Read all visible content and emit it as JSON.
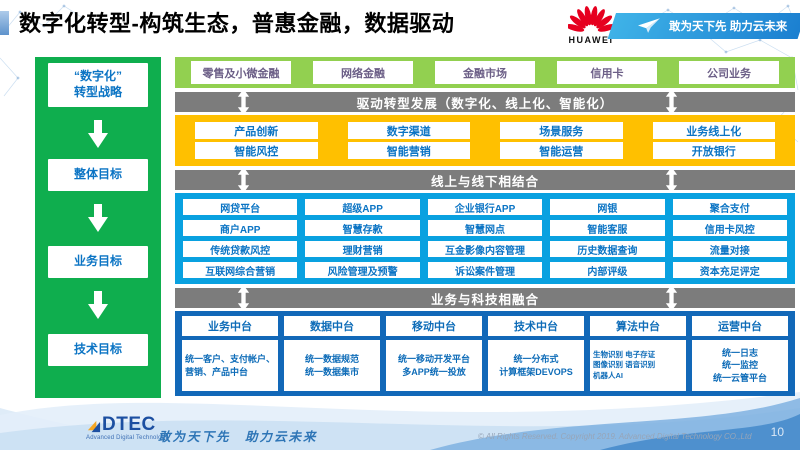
{
  "slide": {
    "title": "数字化转型-构筑生态，普惠金融，数据驱动",
    "page_number": "10"
  },
  "header": {
    "huawei_wordmark": "HUAWEI",
    "slogan": "敢为天下先 助力云未来"
  },
  "strategy": [
    "“数字化”\n转型战略",
    "整体目标",
    "业务目标",
    "技术目标"
  ],
  "business_lines": [
    "零售及小微金融",
    "网络金融",
    "金融市场",
    "信用卡",
    "公司业务"
  ],
  "banners": {
    "drive": "驱动转型发展（数字化、线上化、智能化）",
    "online_offline": "线上与线下相结合",
    "biz_tech": "业务与科技相融合"
  },
  "capabilities": [
    [
      "产品创新",
      "数字渠道",
      "场景服务",
      "业务线上化"
    ],
    [
      "智能风控",
      "智能营销",
      "智能运营",
      "开放银行"
    ]
  ],
  "applications": [
    [
      "网贷平台",
      "超级APP",
      "企业银行APP",
      "网银",
      "聚合支付"
    ],
    [
      "商户APP",
      "智慧存款",
      "智慧网点",
      "智能客服",
      "信用卡风控"
    ],
    [
      "传统贷款风控",
      "理财营销",
      "互金影像内容管理",
      "历史数据查询",
      "流量对接"
    ],
    [
      "互联网综合营销",
      "风险管理及预警",
      "诉讼案件管理",
      "内部评级",
      "资本充足评定"
    ]
  ],
  "platforms": [
    {
      "title": "业务中台",
      "detail": "统一客户、支付帐户、营销、产品中台"
    },
    {
      "title": "数据中台",
      "detail": "统一数据规范\n统一数据集市"
    },
    {
      "title": "移动中台",
      "detail": "统一移动开发平台\n多APP统一投放"
    },
    {
      "title": "技术中台",
      "detail": "统一分布式\n计算框架DEVOPS"
    },
    {
      "title": "算法中台",
      "detail": "生物识别 电子存证\n图像识别 语音识别\n机器人AI"
    },
    {
      "title": "运营中台",
      "detail": "统一日志\n统一监控\n统一云管平台"
    }
  ],
  "footer": {
    "logo_text": "DTEC",
    "logo_subtext": "Advanced Digital Technology",
    "slogan": "敢为天下先　助力云未来",
    "copyright": "© All Rights Reserved. Copyright 2019. Advanced Digital Technology CO.,Ltd"
  },
  "icons": {
    "huawei_flower": "huawei-flower-icon",
    "paper_plane": "paper-plane-icon",
    "down_arrow": "down-arrow-icon",
    "updown_arrow": "updown-arrow-icon",
    "adtec_arrow": "adtec-arrow-icon"
  },
  "colors": {
    "sidebar_green": "#0FAE4E",
    "light_green": "#92D050",
    "yellow": "#FFC000",
    "cyan_blue": "#09A1E0",
    "dark_blue": "#1268B8",
    "banner_gray": "#7C7C7C",
    "box_text_blue": "#0B74C4",
    "business_text_purple": "#6C5F87",
    "huawei_red": "#E6001F",
    "accent_blue": "#2E75B6"
  }
}
